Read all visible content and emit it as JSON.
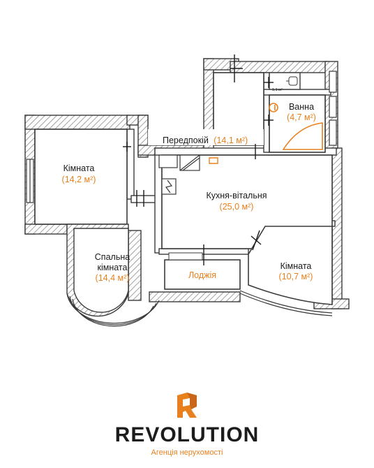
{
  "colors": {
    "wall": "#3a3a3a",
    "hatch": "#8a8a8a",
    "accent": "#e8801e",
    "ink": "#1a1a1a"
  },
  "rooms": {
    "kimnata_left": {
      "name": "Кімната",
      "area": "(14,2 м²)"
    },
    "peredpokii": {
      "name": "Передпокій",
      "area": "(14,1 м²)"
    },
    "vanna": {
      "name": "Ванна",
      "area": "(4,7 м²)",
      "toilet_note": "1,1 м²"
    },
    "kukhnia": {
      "name": "Кухня-вітальня",
      "area": "(25,0 м²)"
    },
    "spalna": {
      "name_line1": "Спальна",
      "name_line2": "кімната",
      "area": "(14,4 м²)"
    },
    "lodzhia": {
      "name": "Лоджія"
    },
    "kimnata_right": {
      "name": "Кімната",
      "area": "(10,7 м²)"
    }
  },
  "brand": {
    "logo_icon": "revolution-logo-icon",
    "name": "REVOLUTION",
    "tagline": "Агенція нерухомості"
  }
}
